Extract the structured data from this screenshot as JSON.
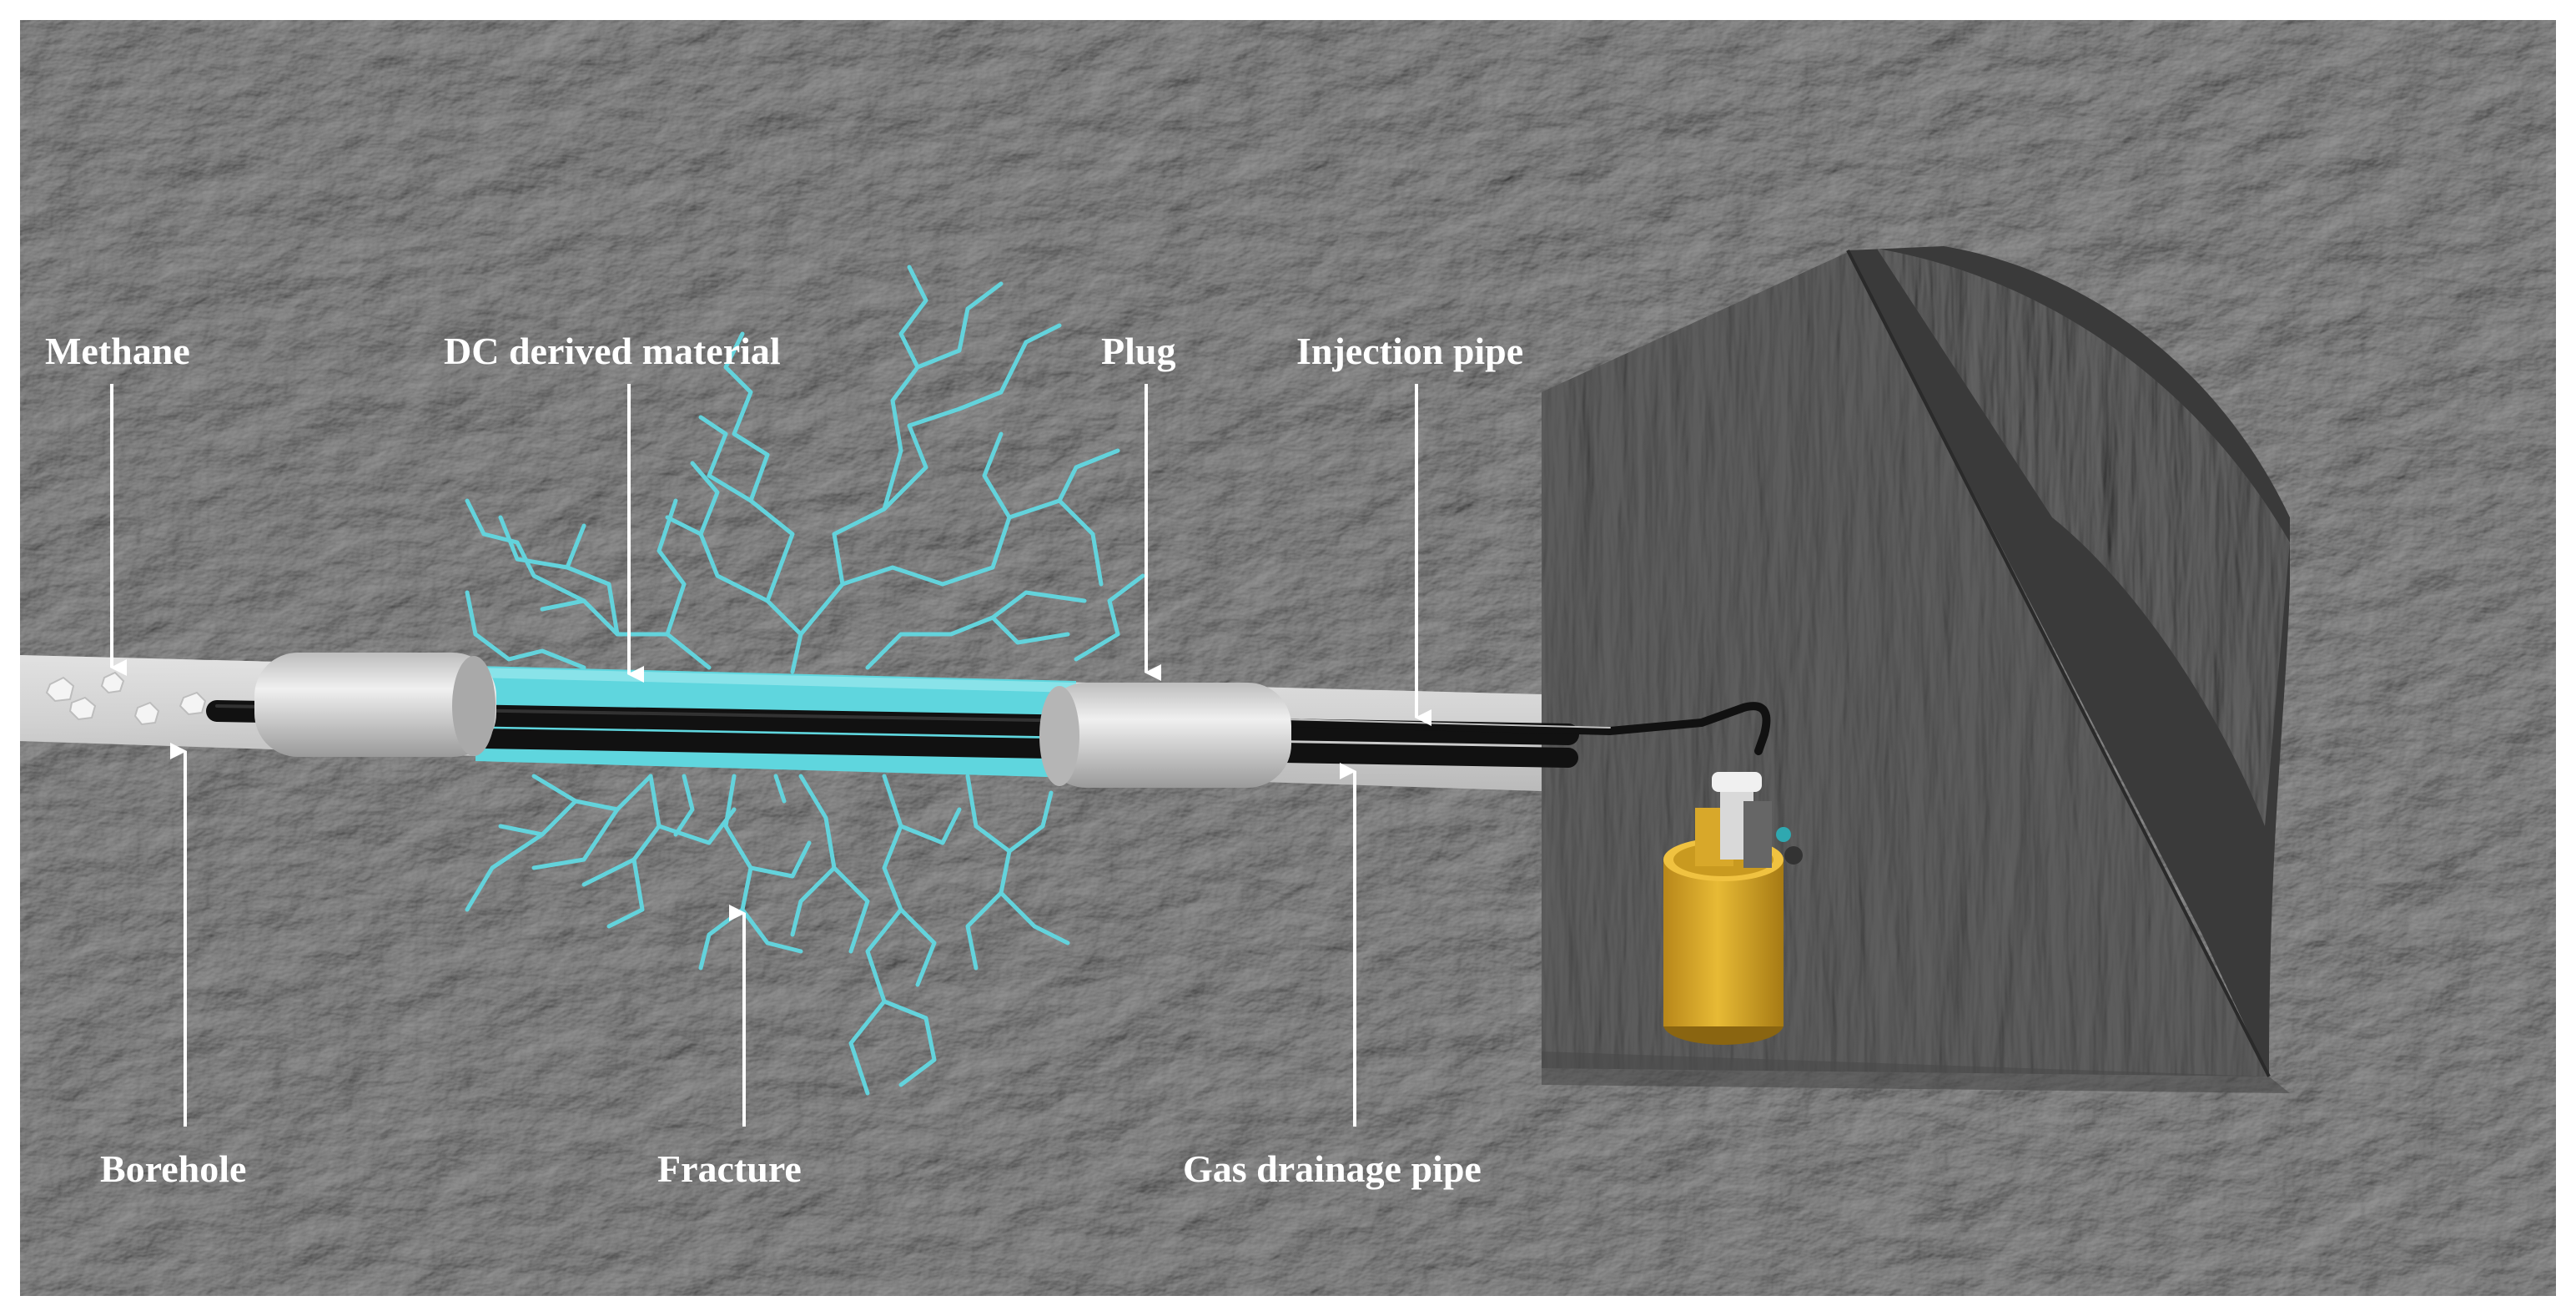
{
  "labels": {
    "methane": "Methane",
    "dc_material": "DC derived material",
    "plug": "Plug",
    "injection_pipe": "Injection pipe",
    "borehole": "Borehole",
    "fracture": "Fracture",
    "gas_drainage_pipe": "Gas drainage pipe"
  },
  "colors": {
    "rock": "#5b5b5b",
    "rock_dark": "#3e3e3e",
    "borehole": "#cfcfcf",
    "fracture": "#63d3dc",
    "dc_material": "#5fd6de",
    "plug": "#d9d9d9",
    "pipe": "#141414",
    "pump": "#e0b12c",
    "label": "#ffffff"
  }
}
